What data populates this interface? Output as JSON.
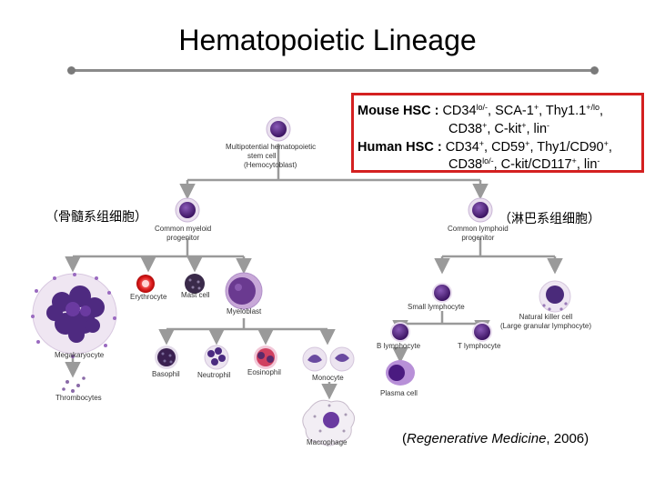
{
  "title": "Hematopoietic Lineage",
  "markers": {
    "mouse_label": "Mouse HSC :",
    "mouse_line1": [
      "CD34",
      "lo/-",
      ", SCA-1",
      "+",
      ", Thy1.1",
      "+/lo",
      ","
    ],
    "mouse_line2": [
      "CD38",
      "+",
      ", C-kit",
      "+",
      ", lin",
      "-"
    ],
    "human_label": "Human HSC :",
    "human_line1": [
      "CD34",
      "+",
      ", CD59",
      "+",
      ", Thy1/CD90",
      "+",
      ","
    ],
    "human_line2": [
      "CD38",
      "lo/-",
      ", C-kit/CD117",
      "+",
      ", lin",
      "-"
    ]
  },
  "labels": {
    "stem": [
      "Multipotential hematopoietic",
      "stem cell",
      "(Hemocytoblast)"
    ],
    "myeloid_progenitor": [
      "Common myeloid",
      "progenitor"
    ],
    "lymphoid_progenitor": [
      "Common lymphoid",
      "progenitor"
    ],
    "erythrocyte": "Erythrocyte",
    "mast_cell": "Mast cell",
    "myeloblast": "Myeloblast",
    "megakaryocyte": "Megakaryocyte",
    "thrombocytes": "Thrombocytes",
    "basophil": "Basophil",
    "neutrophil": "Neutrophil",
    "eosinophil": "Eosinophil",
    "monocyte": "Monocyte",
    "macrophage": "Macrophage",
    "small_lymphocyte": "Small lymphocyte",
    "nk_cell": [
      "Natural killer cell",
      "(Large granular lymphocyte)"
    ],
    "b_lymphocyte": "B lymphocyte",
    "t_lymphocyte": "T lymphocyte",
    "plasma_cell": "Plasma cell"
  },
  "cn_labels": {
    "myeloid": "（骨髓系组细胞）",
    "lymphoid": "（淋巴系组细胞）"
  },
  "citation": {
    "open": "(",
    "italic": "Regenerative Medicine",
    "rest": ", 2006)"
  },
  "colors": {
    "box_border": "#d42020",
    "arrow": "#9a9a9a",
    "nucleus": "#5a2a8a",
    "cell_light": "#efe6f2"
  }
}
